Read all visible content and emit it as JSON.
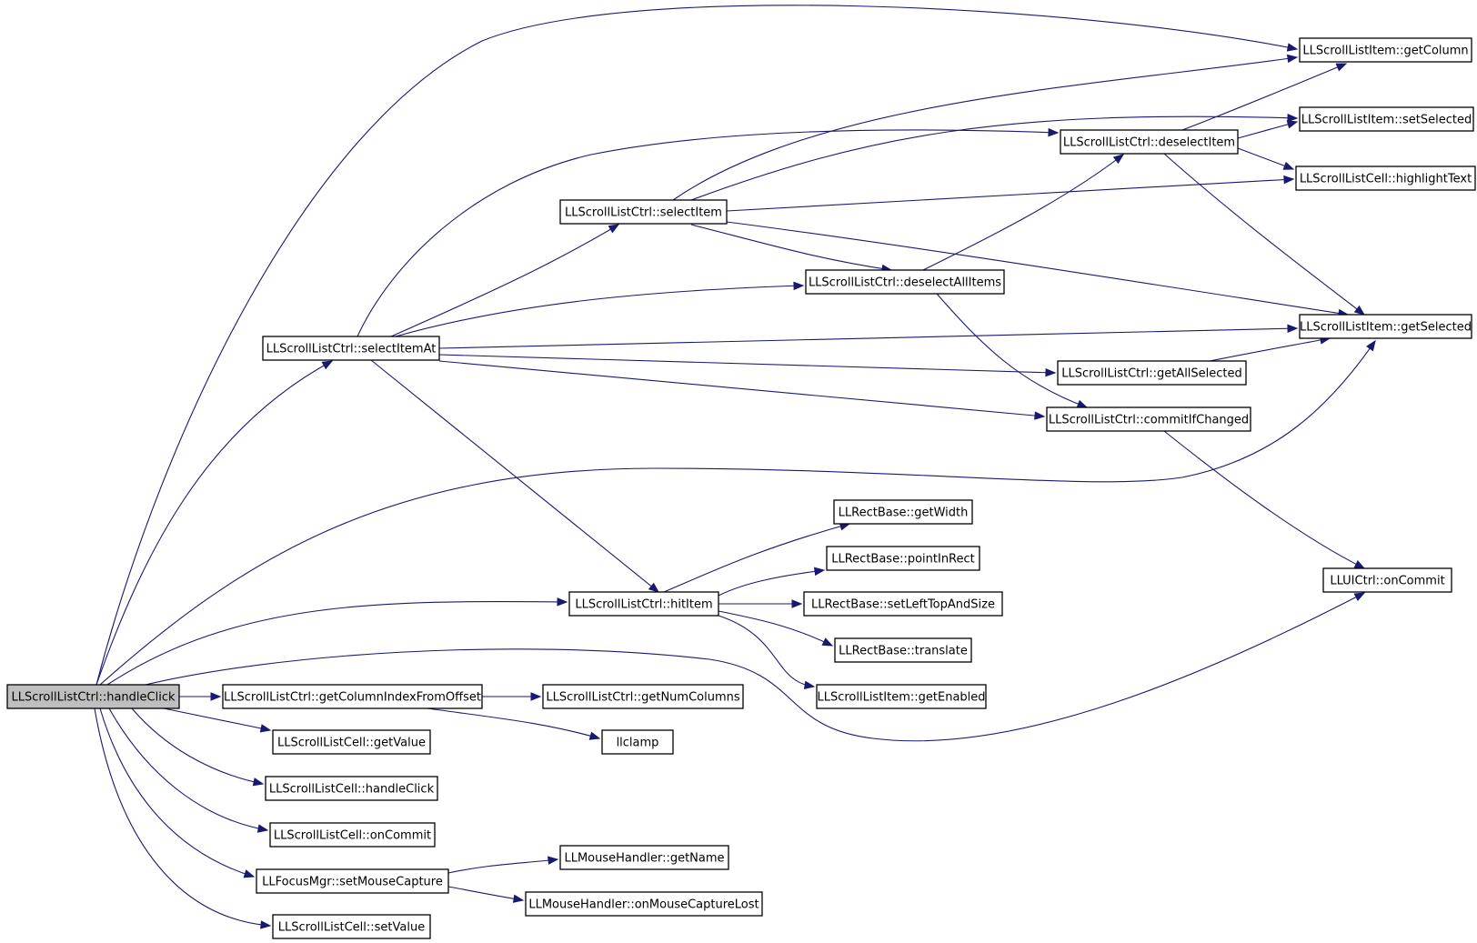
{
  "colors": {
    "edge": "#191970",
    "root_fill": "#bfbfbf",
    "node_fill": "#ffffff"
  },
  "nodes": {
    "handleClick": "LLScrollListCtrl::handleClick",
    "selectItemAt": "LLScrollListCtrl::selectItemAt",
    "selectItem": "LLScrollListCtrl::selectItem",
    "deselectItem": "LLScrollListCtrl::deselectItem",
    "deselectAllItems": "LLScrollListCtrl::deselectAllItems",
    "getAllSelected": "LLScrollListCtrl::getAllSelected",
    "commitIfChanged": "LLScrollListCtrl::commitIfChanged",
    "itemGetColumn": "LLScrollListItem::getColumn",
    "itemSetSelected": "LLScrollListItem::setSelected",
    "cellHighlightText": "LLScrollListCell::highlightText",
    "itemGetSelected": "LLScrollListItem::getSelected",
    "hitItem": "LLScrollListCtrl::hitItem",
    "rectGetWidth": "LLRectBase::getWidth",
    "rectPointInRect": "LLRectBase::pointInRect",
    "rectSetLeftTopAndSize": "LLRectBase::setLeftTopAndSize",
    "rectTranslate": "LLRectBase::translate",
    "itemGetEnabled": "LLScrollListItem::getEnabled",
    "uiOnCommit": "LLUICtrl::onCommit",
    "getColumnIndexFromOffset": "LLScrollListCtrl::getColumnIndexFromOffset",
    "getNumColumns": "LLScrollListCtrl::getNumColumns",
    "llclamp": "llclamp",
    "cellGetValue": "LLScrollListCell::getValue",
    "cellHandleClick": "LLScrollListCell::handleClick",
    "cellOnCommit": "LLScrollListCell::onCommit",
    "setMouseCapture": "LLFocusMgr::setMouseCapture",
    "mouseGetName": "LLMouseHandler::getName",
    "mouseOnCaptureLost": "LLMouseHandler::onMouseCaptureLost",
    "cellSetValue": "LLScrollListCell::setValue"
  }
}
